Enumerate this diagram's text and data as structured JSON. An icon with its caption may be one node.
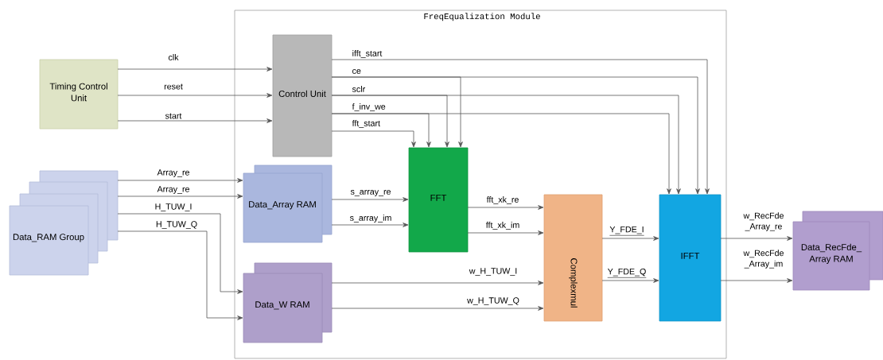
{
  "diagram": {
    "nodes": [
      {
        "text": [
          "FreqEqualization Module"
        ]
      },
      {
        "text": [
          "Timing Control Unit"
        ]
      },
      {
        "text": [
          "Control Unit"
        ],
        "in": 0
      },
      {
        "text": [
          "Data_RAM Group"
        ]
      },
      {
        "text": [
          "Data_Array RAM"
        ],
        "in": 0
      },
      {
        "text": [
          "Data_W RAM"
        ],
        "in": 0
      },
      {
        "text": [
          "FFT"
        ],
        "in": 0
      },
      {
        "text": [
          "Complexmul"
        ],
        "in": 0
      },
      {
        "text": [
          "IFFT"
        ],
        "in": 0
      },
      {
        "text": [
          "Data_RecFde_ Array RAM"
        ]
      }
    ],
    "edges": [
      {
        "from": 1,
        "to": 2,
        "arrow": "to",
        "label": "clk"
      },
      {
        "from": 1,
        "to": 2,
        "arrow": "to",
        "label": "reset"
      },
      {
        "from": 1,
        "to": 2,
        "arrow": "to",
        "label": "start"
      },
      {
        "from": 2,
        "to": 8,
        "arrow": "to",
        "label": "ifft_start"
      },
      {
        "from": 2,
        "to": 8,
        "arrow": "to",
        "label": "ce"
      },
      {
        "from": 2,
        "to": 6,
        "arrow": "to"
      },
      {
        "from": 2,
        "to": 8,
        "arrow": "to",
        "label": "sclr"
      },
      {
        "from": 2,
        "to": 6,
        "arrow": "to"
      },
      {
        "from": 2,
        "to": 8,
        "arrow": "to",
        "label": "f_inv_we"
      },
      {
        "from": 2,
        "to": 6,
        "arrow": "to"
      },
      {
        "from": 2,
        "to": 6,
        "arrow": "to",
        "label": "fft_start"
      },
      {
        "from": 3,
        "to": 4,
        "arrow": "to",
        "label": "Array_re"
      },
      {
        "from": 3,
        "to": 4,
        "arrow": "to",
        "label": "Array_re"
      },
      {
        "from": 3,
        "to": 5,
        "arrow": "to",
        "label": "H_TUW_I"
      },
      {
        "from": 3,
        "to": 5,
        "arrow": "to",
        "label": "H_TUW_Q"
      },
      {
        "from": 4,
        "to": 6,
        "arrow": "to",
        "label": "s_array_re"
      },
      {
        "from": 4,
        "to": 6,
        "arrow": "to",
        "label": "s_array_im"
      },
      {
        "from": 6,
        "to": 7,
        "arrow": "to",
        "label": "fft_xk_re"
      },
      {
        "from": 6,
        "to": 7,
        "arrow": "to",
        "label": "fft_xk_im"
      },
      {
        "from": 5,
        "to": 7,
        "arrow": "to",
        "label": "w_H_TUW_I"
      },
      {
        "from": 5,
        "to": 7,
        "arrow": "to",
        "label": "w_H_TUW_Q"
      },
      {
        "from": 7,
        "to": 8,
        "arrow": "to",
        "label": "Y_FDE_I"
      },
      {
        "from": 7,
        "to": 8,
        "arrow": "to",
        "label": "Y_FDE_Q"
      },
      {
        "from": 8,
        "to": 9,
        "arrow": "to",
        "label": "w_RecFde _Array_re"
      },
      {
        "from": 8,
        "to": 9,
        "arrow": "to",
        "label": "w_RecFde _Array_im"
      }
    ]
  }
}
